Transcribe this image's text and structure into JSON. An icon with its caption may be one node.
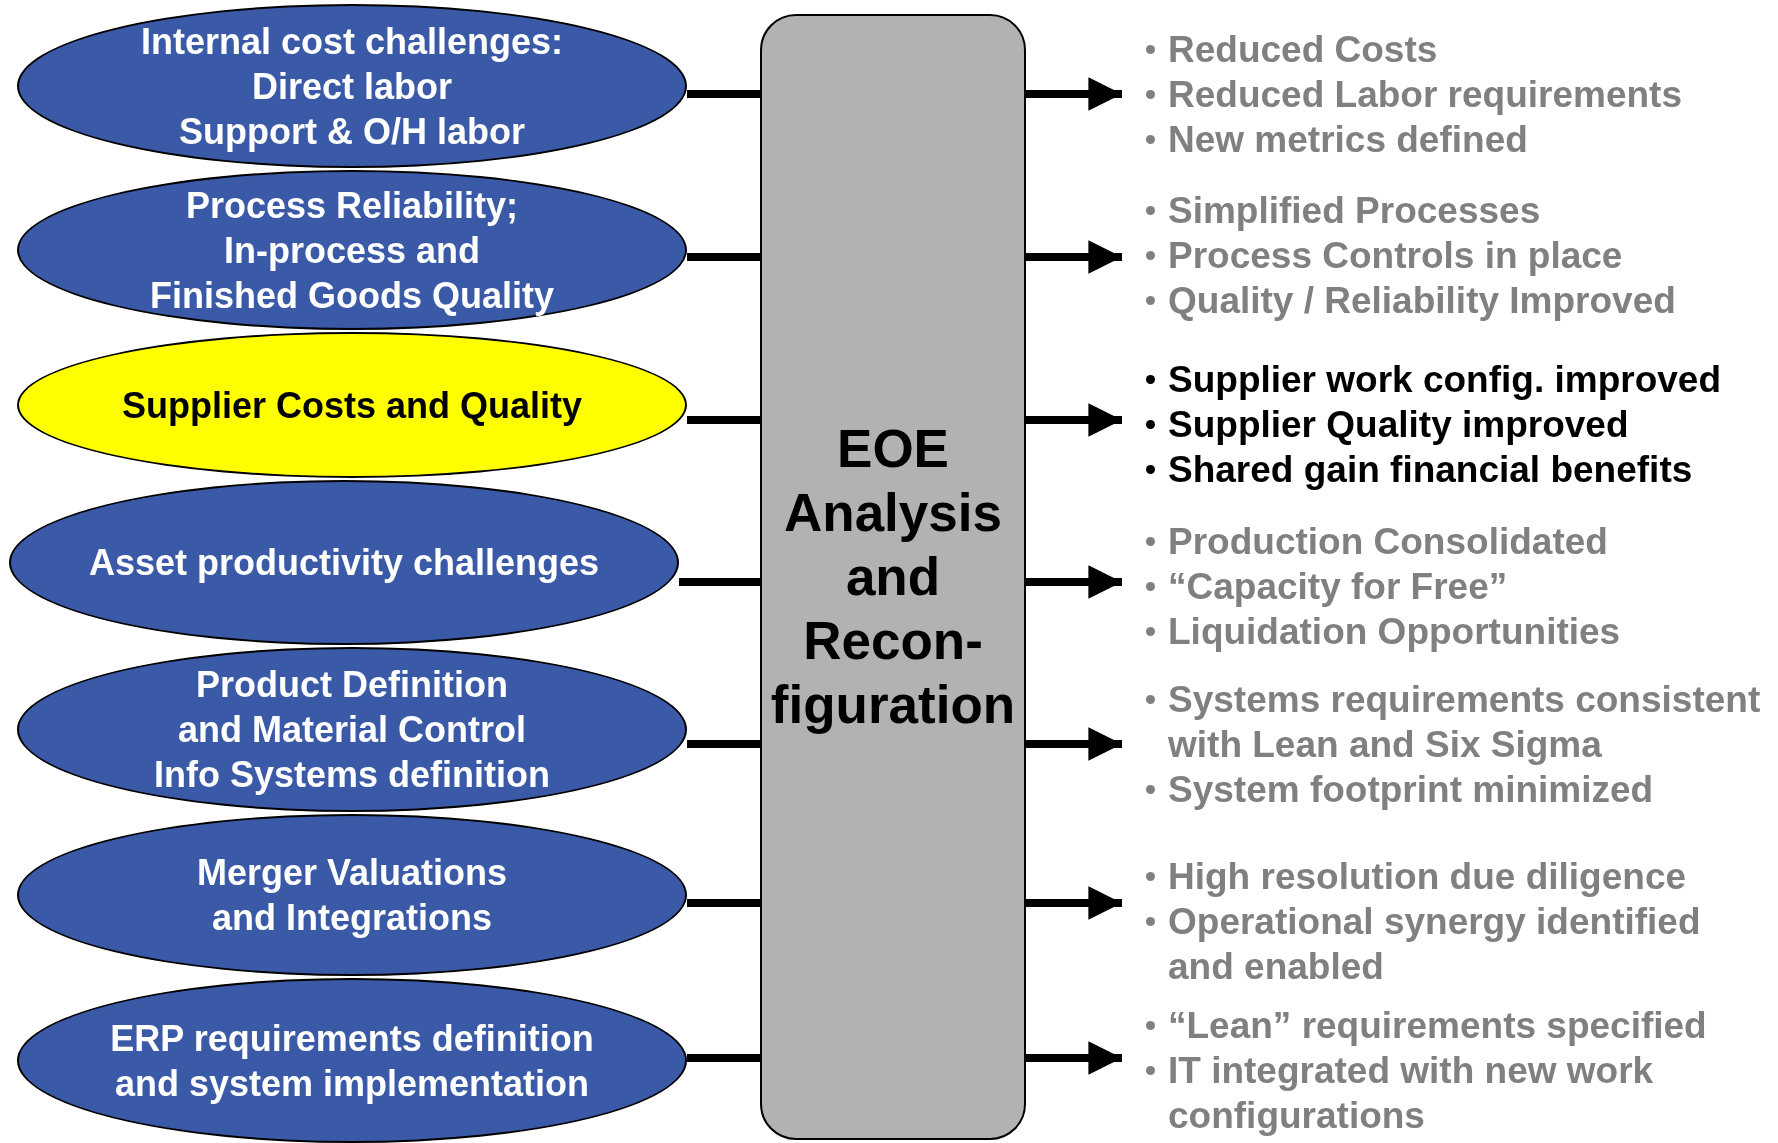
{
  "diagram": {
    "nodes": [
      {
        "text": [
          "Internal cost challenges:",
          "Direct labor",
          "Support & O/H labor"
        ]
      },
      {
        "text": [
          "Process Reliability;",
          "In-process and",
          "Finished Goods Quality"
        ]
      },
      {
        "text": [
          "Supplier Costs and Quality"
        ]
      },
      {
        "text": [
          "Asset productivity challenges"
        ]
      },
      {
        "text": [
          "Product Definition",
          "and Material Control",
          "Info Systems definition"
        ]
      },
      {
        "text": [
          "Merger Valuations",
          "and Integrations"
        ]
      },
      {
        "text": [
          "ERP requirements definition",
          "and system implementation"
        ]
      },
      {
        "text": [
          "EOE Analysis and Recon- figuration"
        ]
      },
      {
        "text": [
          "Reduced Costs",
          "Reduced Labor requirements",
          "New metrics defined"
        ]
      },
      {
        "text": [
          "Simplified Processes",
          "Process Controls in place",
          "Quality / Reliability Improved"
        ]
      },
      {
        "text": [
          "Supplier work config. improved",
          "Supplier Quality improved",
          "Shared gain financial benefits"
        ]
      },
      {
        "text": [
          "Production Consolidated",
          "“Capacity for Free”",
          "Liquidation Opportunities"
        ]
      },
      {
        "text": [
          "Systems requirements consistent with Lean and Six Sigma",
          "System footprint minimized"
        ]
      },
      {
        "text": [
          "High resolution due diligence",
          "Operational synergy identified and enabled"
        ]
      },
      {
        "text": [
          "“Lean” requirements specified",
          "IT integrated with new work configurations"
        ]
      }
    ],
    "edges": [
      {
        "from": 0,
        "to": 7,
        "arrow": "none"
      },
      {
        "from": 1,
        "to": 7,
        "arrow": "none"
      },
      {
        "from": 2,
        "to": 7,
        "arrow": "none"
      },
      {
        "from": 3,
        "to": 7,
        "arrow": "none"
      },
      {
        "from": 4,
        "to": 7,
        "arrow": "none"
      },
      {
        "from": 5,
        "to": 7,
        "arrow": "none"
      },
      {
        "from": 6,
        "to": 7,
        "arrow": "none"
      },
      {
        "from": 7,
        "to": 8,
        "arrow": "to"
      },
      {
        "from": 7,
        "to": 9,
        "arrow": "to"
      },
      {
        "from": 7,
        "to": 10,
        "arrow": "to"
      },
      {
        "from": 7,
        "to": 11,
        "arrow": "to"
      },
      {
        "from": 7,
        "to": 12,
        "arrow": "to"
      },
      {
        "from": 7,
        "to": 13,
        "arrow": "to"
      },
      {
        "from": 7,
        "to": 14,
        "arrow": "to"
      }
    ]
  }
}
